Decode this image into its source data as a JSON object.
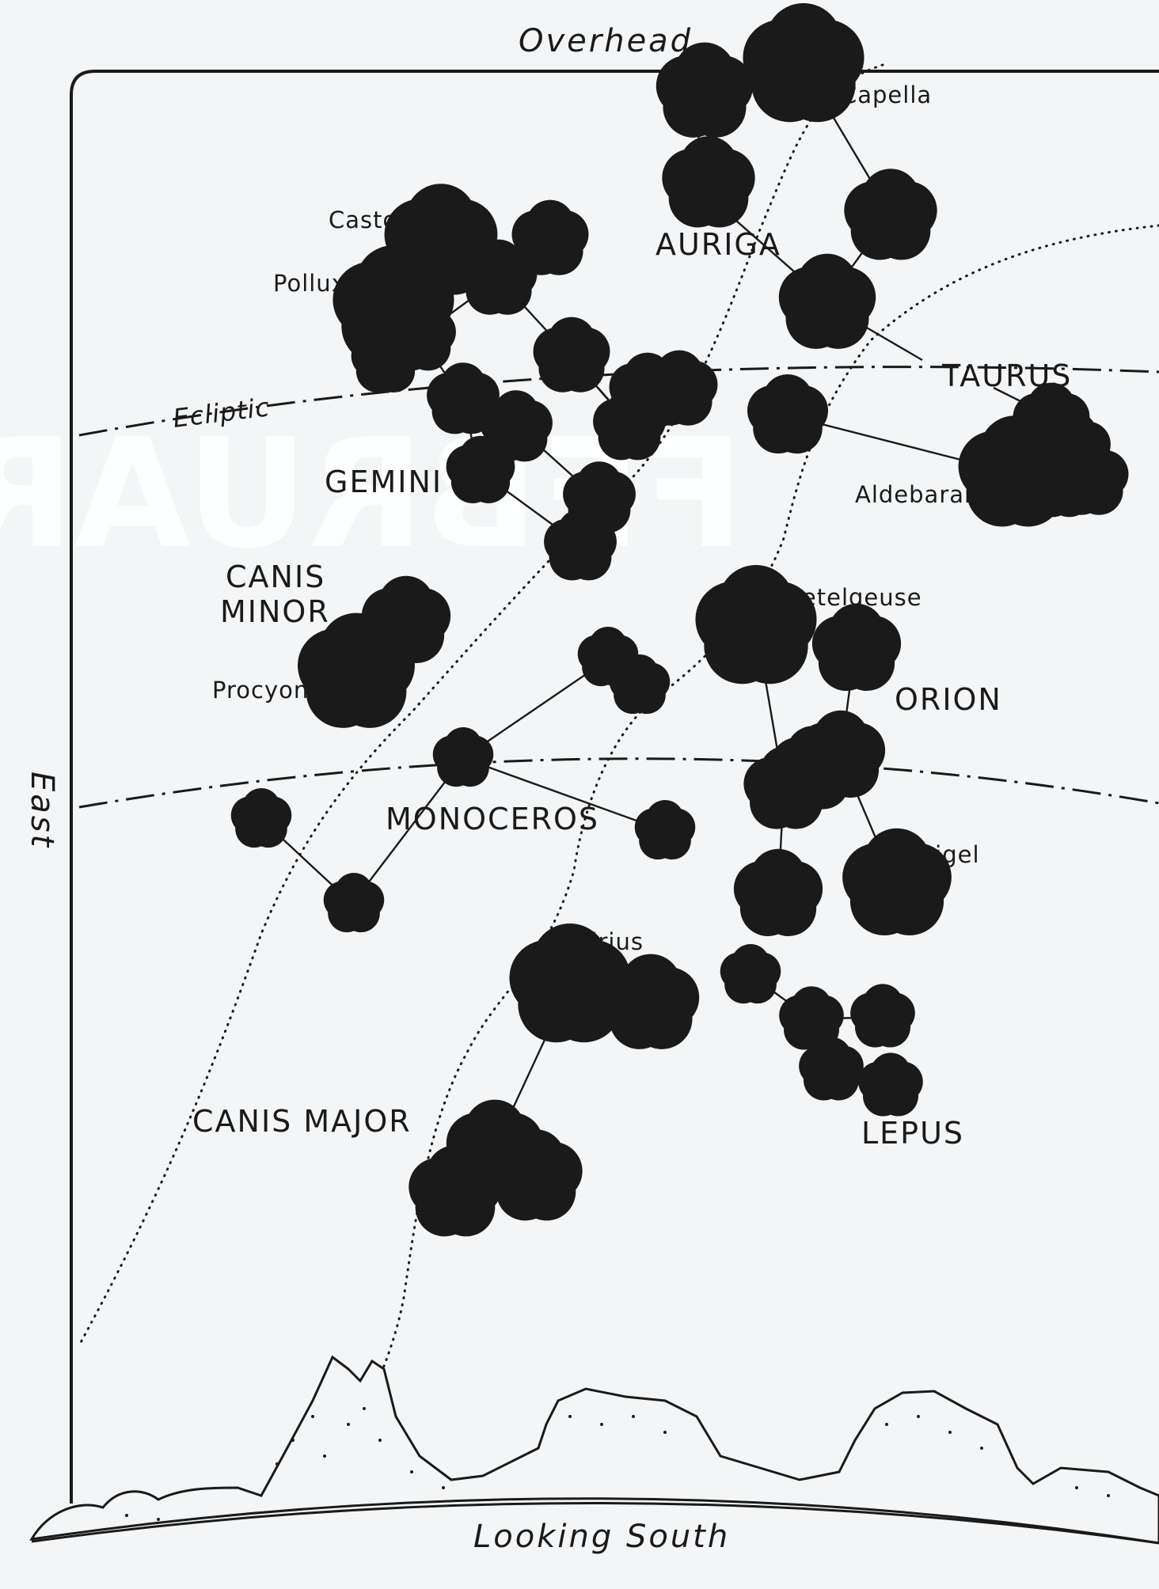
{
  "edges": {
    "top": "Overhead",
    "bottom": "Looking South",
    "left": "East"
  },
  "watermark": "FEBRUARY",
  "reference_lines": {
    "ecliptic": "Ecliptic"
  },
  "constellations": [
    {
      "name": "AURIGA"
    },
    {
      "name": "TAURUS"
    },
    {
      "name": "GEMINI"
    },
    {
      "name": "CANIS MINOR"
    },
    {
      "name": "ORION"
    },
    {
      "name": "MONOCEROS"
    },
    {
      "name": "CANIS MAJOR"
    },
    {
      "name": "LEPUS"
    }
  ],
  "stars": [
    "Capella",
    "Castor",
    "Pollux",
    "Aldebaran",
    "Betelgeuse",
    "Procyon",
    "Rigel",
    "Sirius"
  ],
  "colors": {
    "ink": "#1a1a1a",
    "paper": "#f4f5f6"
  }
}
